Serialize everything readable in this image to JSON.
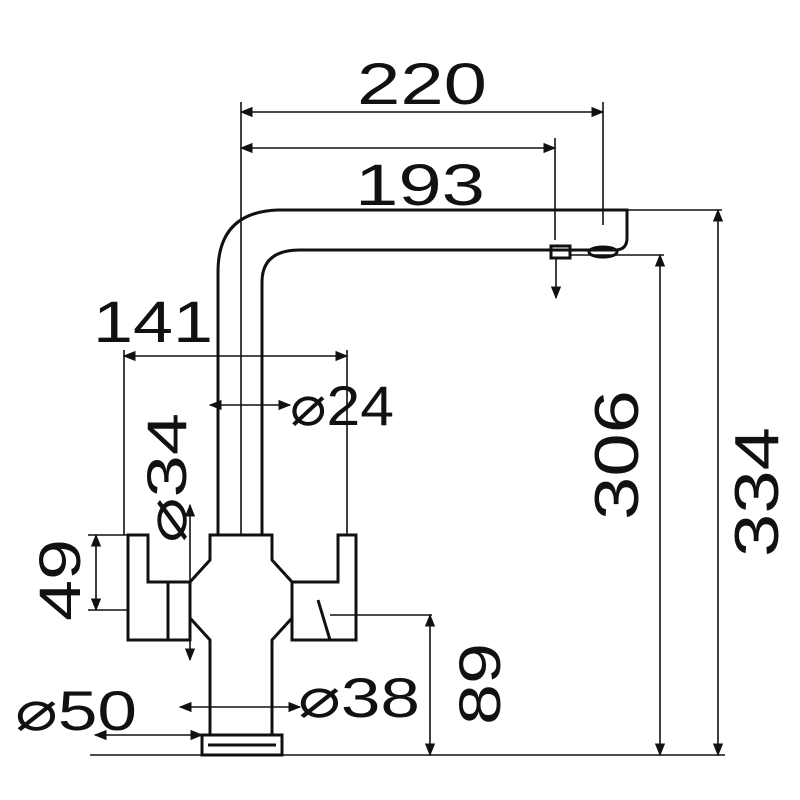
{
  "diagram": {
    "dimensions": {
      "overall_reach": "220",
      "spout_reach": "193",
      "handle_span": "141",
      "spout_diameter": "⌀24",
      "column_diameter": "⌀34",
      "handle_height": "49",
      "base_diameter": "⌀50",
      "body_diameter": "⌀38",
      "body_height": "89",
      "outlet_height": "306",
      "total_height": "334"
    },
    "colors": {
      "ink": "#111111",
      "background": "#ffffff"
    }
  }
}
